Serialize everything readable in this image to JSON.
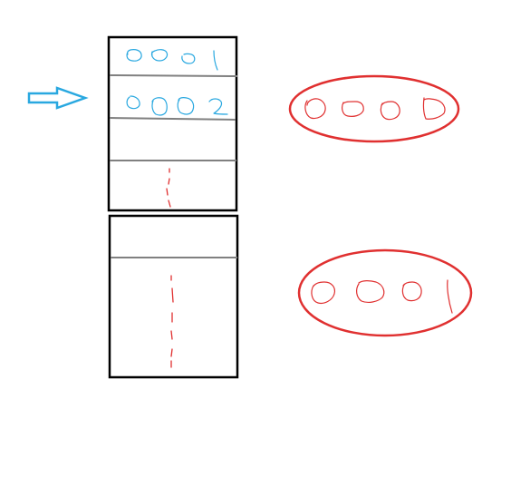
{
  "diagram": {
    "colors": {
      "box_border": "#000000",
      "row_divider": "#808080",
      "blue_ink": "#29a8e0",
      "red_ink": "#e03030"
    },
    "top_box": {
      "rows": [
        {
          "digits": "0001",
          "ink": "blue"
        },
        {
          "digits": "0002",
          "ink": "blue"
        },
        {
          "digits": "",
          "ink": "none"
        },
        {
          "digits": "⋮",
          "ink": "red"
        }
      ]
    },
    "bottom_box": {
      "rows": [
        {
          "digits": "",
          "ink": "none"
        },
        {
          "digits": "⋮",
          "ink": "red"
        }
      ]
    },
    "top_ellipse": {
      "digits": "0000",
      "ink": "red"
    },
    "bottom_ellipse": {
      "digits": "0001",
      "ink": "red"
    },
    "pointer_icon": "right-arrow-icon"
  }
}
